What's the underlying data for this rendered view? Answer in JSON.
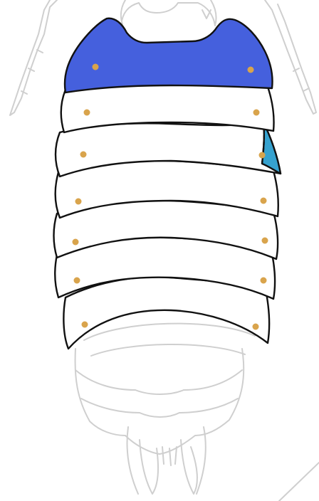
{
  "colors": {
    "background": "#ffffff",
    "faded_outline": "#cfcfcf",
    "plate_fill": "#ffffff",
    "plate_outline": "#111111",
    "first_segment_fill": "#4560dd",
    "epimere_fill": "#36a2cf",
    "spot_fill": "#d9a44c"
  },
  "segments": [
    {
      "id": "pereonite-1",
      "fill_key": "first_segment_fill"
    },
    {
      "id": "pereonite-2",
      "fill_key": "plate_fill"
    },
    {
      "id": "pereonite-3",
      "fill_key": "plate_fill"
    },
    {
      "id": "pereonite-4",
      "fill_key": "plate_fill"
    },
    {
      "id": "pereonite-5",
      "fill_key": "plate_fill"
    },
    {
      "id": "pereonite-6",
      "fill_key": "plate_fill"
    },
    {
      "id": "pereonite-7",
      "fill_key": "plate_fill"
    }
  ],
  "highlighted_part": "epimere",
  "spot_count": 14
}
